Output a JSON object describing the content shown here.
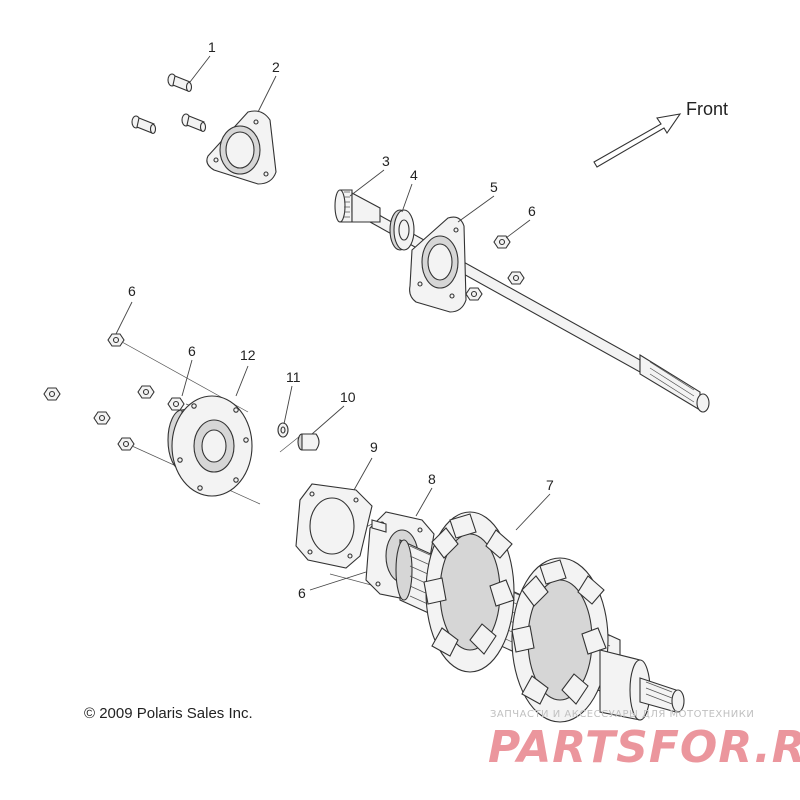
{
  "diagram": {
    "front_label": "Front",
    "copyright": "© 2009 Polaris Sales Inc.",
    "callouts": [
      {
        "id": "c1",
        "text": "1"
      },
      {
        "id": "c2",
        "text": "2"
      },
      {
        "id": "c3",
        "text": "3"
      },
      {
        "id": "c4",
        "text": "4"
      },
      {
        "id": "c5",
        "text": "5"
      },
      {
        "id": "c6a",
        "text": "6"
      },
      {
        "id": "c6b",
        "text": "6"
      },
      {
        "id": "c6c",
        "text": "6"
      },
      {
        "id": "c6d",
        "text": "6"
      },
      {
        "id": "c7",
        "text": "7"
      },
      {
        "id": "c8",
        "text": "8"
      },
      {
        "id": "c9",
        "text": "9"
      },
      {
        "id": "c10",
        "text": "10"
      },
      {
        "id": "c11",
        "text": "11"
      },
      {
        "id": "c12",
        "text": "12"
      }
    ]
  },
  "watermark": {
    "tagline": "ЗАПЧАСТИ И АКСЕССУАРЫ ДЛЯ МОТОТЕХНИКИ",
    "brand": "PARTSFOR.RU",
    "brand_color": "#e8848c"
  },
  "colors": {
    "ink": "#333333",
    "background": "#ffffff"
  }
}
